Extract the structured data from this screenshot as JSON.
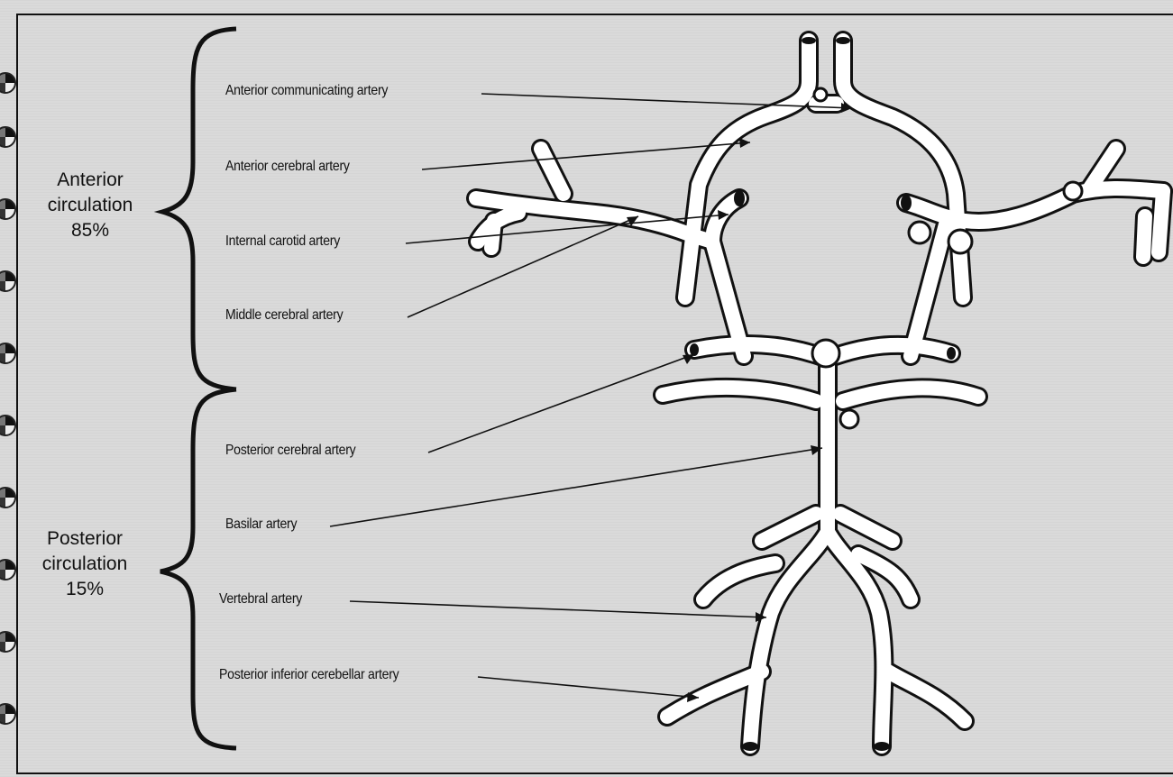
{
  "groups": {
    "anterior": {
      "line1": "Anterior",
      "line2": "circulation",
      "percent": "85%"
    },
    "posterior": {
      "line1": "Posterior",
      "line2": "circulation",
      "percent": "15%"
    }
  },
  "labels": {
    "anterior_communicating": "Anterior communicating artery",
    "anterior_cerebral": "Anterior cerebral artery",
    "internal_carotid": "Internal carotid artery",
    "middle_cerebral": "Middle cerebral artery",
    "posterior_cerebral": "Posterior cerebral artery",
    "basilar": "Basilar artery",
    "vertebral": "Vertebral artery",
    "pica": "Posterior inferior cerebellar artery"
  },
  "colors": {
    "ink": "#111111",
    "paper": "#dadada",
    "vessel": "#ffffff"
  }
}
